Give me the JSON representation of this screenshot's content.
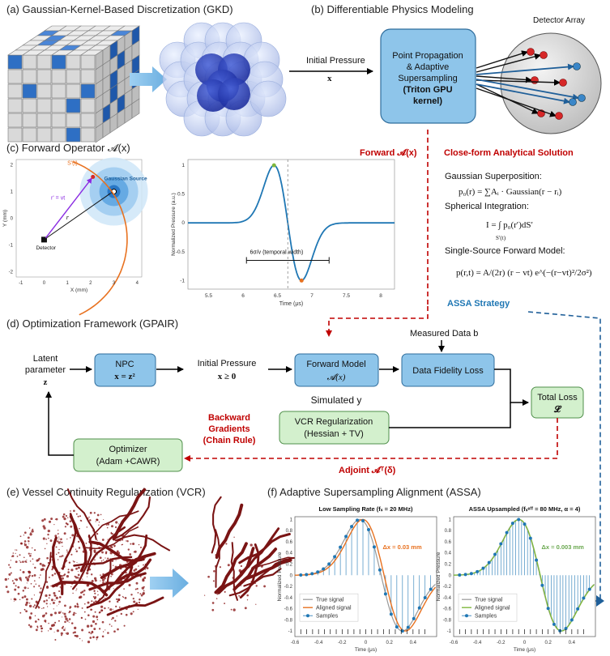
{
  "panel_a": {
    "title": "(a) Gaussian-Kernel-Based Discretization (GKD)"
  },
  "panel_b": {
    "title": "(b) Differentiable Physics Modeling",
    "detector_array": "Detector Array",
    "initial_pressure": "Initial Pressure",
    "x_symbol": "x",
    "box_line1": "Point Propagation",
    "box_line2": "& Adaptive",
    "box_line3": "Supersampling",
    "box_line4": "(Triton GPU",
    "box_line5": "kernel)"
  },
  "panel_c": {
    "title": "(c) Forward Operator 𝓐(x)",
    "geometry": {
      "s_label": "S'(t)",
      "gaussian_source": "Gaussian Source",
      "r_prime": "r' = vt",
      "r": "r",
      "detector": "Detector",
      "xlabel": "X (mm)",
      "ylabel": "Y (mm)",
      "xticks": [
        "-1",
        "0",
        "1",
        "2",
        "3",
        "4"
      ],
      "yticks": [
        "2",
        "1",
        "0",
        "-1",
        "-2"
      ]
    },
    "pulse": {
      "ylabel": "Normalized Pressure (a.u.)",
      "xlabel": "Time (μs)",
      "width_label": "6σ/v (temporal width)",
      "xticks": [
        "5.5",
        "6",
        "6.5",
        "7",
        "7.5",
        "8"
      ],
      "yticks": [
        "1",
        "0.5",
        "0",
        "-0.5",
        "-1"
      ]
    }
  },
  "analytical": {
    "forward_label": "Forward 𝓐(x)",
    "heading": "Close-form Analytical Solution",
    "gauss_sup": "Gaussian Superposition:",
    "eq1": "p₀(r) = ∑Aᵢ · Gaussian(r − rᵢ)",
    "spherical": "Spherical Integration:",
    "eq2": "I = ∫ p₀(r′)dS′",
    "eq2_sub": "S′(t)",
    "single_source": "Single-Source Forward Model:",
    "eq3": "p(r,t) = A/(2r) (r − vt) e^(−(r−vt)²/2σ²)",
    "assa_strategy": "ASSA Strategy"
  },
  "panel_d": {
    "title": "(d) Optimization Framework (GPAIR)",
    "latent1": "Latent",
    "latent2": "parameter",
    "latent3": "z",
    "npc1": "NPC",
    "npc2": "x = z²",
    "ip1": "Initial Pressure",
    "ip2": "x ≥ 0",
    "fm1": "Forward Model",
    "fm2": "𝓐(x)",
    "measured": "Measured Data b",
    "dfl": "Data Fidelity Loss",
    "simulated": "Simulated y",
    "total1": "Total Loss",
    "total2": "𝓛",
    "vcr1": "VCR Regularization",
    "vcr2": "(Hessian + TV)",
    "back1": "Backward",
    "back2": "Gradients",
    "back3": "(Chain Rule)",
    "opt1": "Optimizer",
    "opt2": "(Adam +CAWR)",
    "adjoint": "Adjoint 𝓐ᵀ(δ)"
  },
  "panel_e": {
    "title": "(e) Vessel Continuity Regularization (VCR)"
  },
  "panel_f": {
    "title": "(f) Adaptive Supersampling Alignment (ASSA)",
    "left_title": "Low Sampling Rate (fₛ = 20 MHz)",
    "left_dx": "Δx = 0.03 mm",
    "right_title": "ASSA Upsampled (fₛᵉᶠᶠ = 80 MHz, α = 4)",
    "right_dx": "Δx = 0.003 mm",
    "legend_true": "True signal",
    "legend_aligned": "Aligned signal",
    "legend_samples": "Samples",
    "ylabel": "Normalized Pressure",
    "xlabel": "Time (μs)",
    "xticks": [
      "-0.6",
      "-0.4",
      "-0.2",
      "0",
      "0.2",
      "0.4"
    ],
    "yticks": [
      "1",
      "0.8",
      "0.6",
      "0.4",
      "0.2",
      "0",
      "-0.2",
      "-0.4",
      "-0.6",
      "-0.8",
      "-1"
    ]
  },
  "colors": {
    "forward_red": "#c00000",
    "assa_blue": "#1f77b4",
    "box_blue": "#8ec5ea",
    "box_green": "#d3f0cd",
    "orange": "#e8711f",
    "vessel": "#8b1a1a"
  }
}
